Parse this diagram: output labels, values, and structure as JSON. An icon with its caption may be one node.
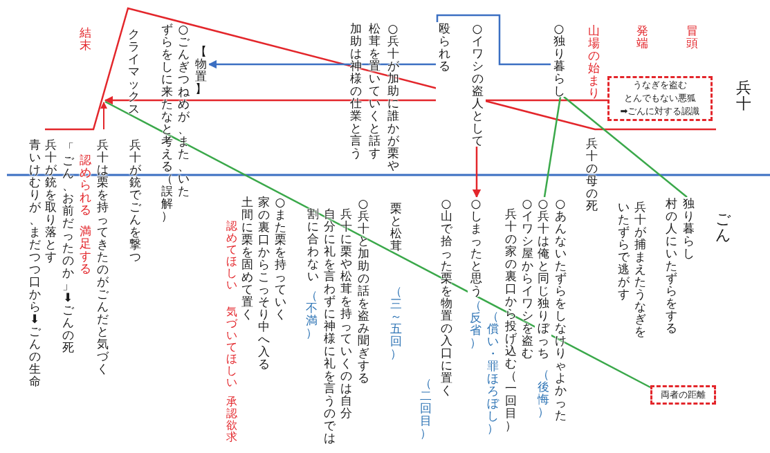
{
  "diagram": {
    "nodes": [
      {
        "text": [
          "うなぎを盗むとんでもない悪狐➡ごんに対する認識"
        ]
      },
      {
        "text": [
          "○独り暮らし"
        ]
      },
      {
        "text": [
          "○イワシの盗人として殴られる"
        ]
      },
      {
        "text": [
          "【物置】"
        ]
      },
      {
        "text": [
          "独り暮らし"
        ]
      },
      {
        "text": [
          "○兵十は俺と同じ独りぼっち"
        ],
        "beside": [
          "（後悔）"
        ]
      },
      {
        "text": [
          "○しまったと思う"
        ],
        "beside": [
          "（反省）"
        ]
      },
      {
        "text": [
          "両者の距離"
        ]
      }
    ],
    "edges": [
      {
        "from": 1,
        "to": 3,
        "arrow": "to",
        "color": "#3b6fc2"
      },
      {
        "from": 2,
        "to": 6,
        "arrow": "to",
        "color": "#e3262b"
      },
      {
        "from": 0,
        "to": null,
        "arrow": "to",
        "color": "#e3262b"
      },
      {
        "from": 7,
        "to": null,
        "arrow": "none",
        "color": "#3aa84a"
      },
      {
        "from": 1,
        "to": 4,
        "arrow": "none",
        "color": "#3aa84a"
      },
      {
        "from": 1,
        "to": 5,
        "arrow": "none",
        "color": "#3aa84a"
      }
    ],
    "labels": [
      "兵十",
      "冒頭",
      "発端",
      "山場の始まり",
      "○兵十が加助に誰かが栗や松茸を置いていくと話す加助は神様の仕業と言う",
      "○ごんぎつねめが、また、いたずらをしに来たなと考える（誤解）",
      "クライマックス",
      "結末",
      "兵十の母の死",
      "兵十が銃でごんを撃つ",
      "兵十は栗を持ってきたのがごんだと気づく",
      "認められる",
      "満足する",
      "「ごん、お前だったのか」 ⬇ごんの死",
      "兵十が銃を取り落とす",
      "青いけむりが、まだつつ口から⬇ごんの生命",
      "ごん",
      "村の人にいたずらをする",
      "兵十が捕まえたうなぎをいたずらで逃がす",
      "○あんないたずらをしなけりゃよかった",
      "○イワシ屋からイワシを盗む",
      "兵十の家の裏口から投げ込む（一回目）",
      "（償い・罪ほろぼし）",
      "○山で拾った栗を物置の入口に置く",
      "（二回目）",
      "栗と松茸",
      "（三～五回）",
      "○兵十と加助の話を盗み聞ぎする",
      "兵十に栗や松茸を持っていくのは自分自分に礼を言わずに神様に礼を言うのでは割に合わない",
      "（不満）",
      "○また栗を持っていく家の裏口からこっそり中へ入る土間に栗を固めて置く",
      "認めてほしい",
      "気づいてほしい",
      "承認欲求"
    ]
  }
}
